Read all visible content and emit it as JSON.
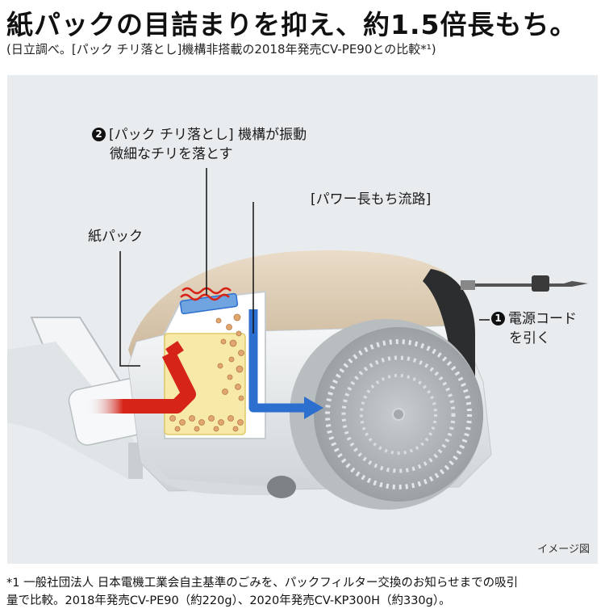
{
  "headline": "紙パックの目詰まりを抑え、約1.5倍長もち。",
  "subtitle": "(日立調べ。[パック チリ落とし]機構非搭載の2018年発売CV-PE90との比較*¹)",
  "diagram": {
    "callout_dust_line1": "[パック チリ落とし] 機構が振動",
    "callout_dust_line2": "微細なチリを落とす",
    "callout_dust_num": "2",
    "callout_airflow": "[パワー長もち流路]",
    "callout_paperpack": "紙パック",
    "callout_cord_line1": "電源コード",
    "callout_cord_line2": "を引く",
    "callout_cord_num": "1",
    "image_caption": "イメージ図"
  },
  "footnote": {
    "line1": "*1 一般社団法人 日本電機工業会自主基準のごみを、パックフィルター交換のお知らせまでの吸引",
    "line2": "量で比較。2018年発売CV-PE90（約220g）、2020年発売CV-KP300H（約330g）。"
  },
  "colors": {
    "airflow_red": "#d62418",
    "airflow_blue": "#2d6fcf",
    "pack_yellow": "#f7eaa8",
    "body_gold": "#cdb89c"
  }
}
